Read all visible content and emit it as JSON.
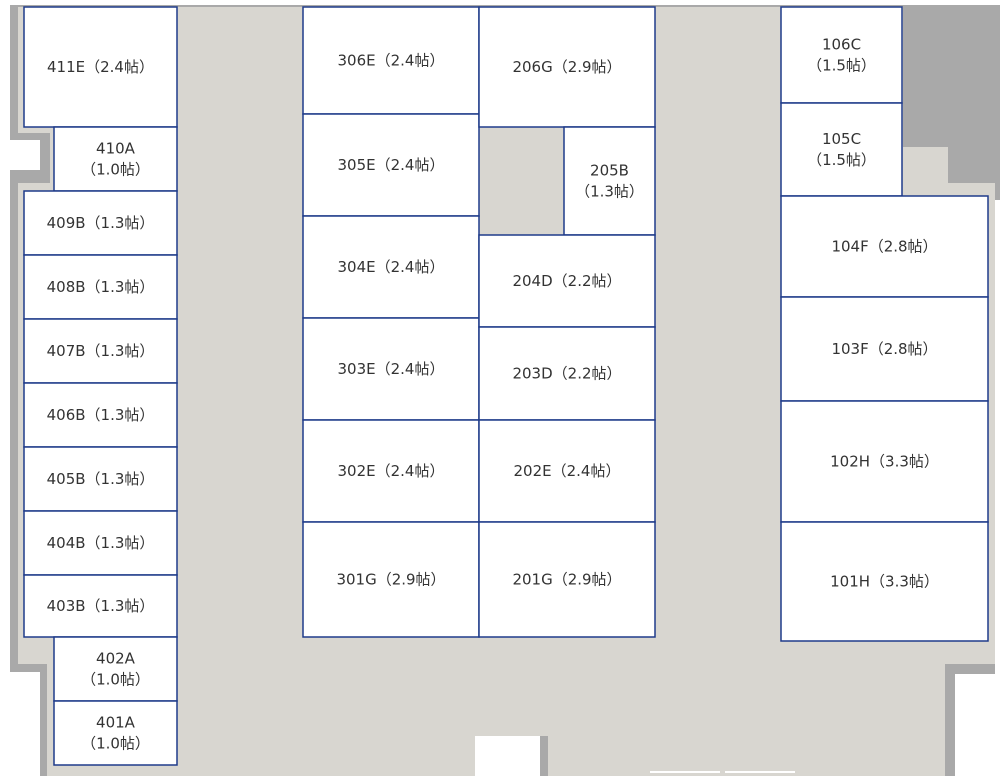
{
  "rooms": [
    {
      "id": "411E",
      "lines": [
        "411E（2.4帖）"
      ]
    },
    {
      "id": "410A",
      "lines": [
        "410A",
        "（1.0帖）"
      ]
    },
    {
      "id": "409B",
      "lines": [
        "409B（1.3帖）"
      ]
    },
    {
      "id": "408B",
      "lines": [
        "408B（1.3帖）"
      ]
    },
    {
      "id": "407B",
      "lines": [
        "407B（1.3帖）"
      ]
    },
    {
      "id": "406B",
      "lines": [
        "406B（1.3帖）"
      ]
    },
    {
      "id": "405B",
      "lines": [
        "405B（1.3帖）"
      ]
    },
    {
      "id": "404B",
      "lines": [
        "404B（1.3帖）"
      ]
    },
    {
      "id": "403B",
      "lines": [
        "403B（1.3帖）"
      ]
    },
    {
      "id": "402A",
      "lines": [
        "402A",
        "（1.0帖）"
      ]
    },
    {
      "id": "401A",
      "lines": [
        "401A",
        "（1.0帖）"
      ]
    },
    {
      "id": "306E",
      "lines": [
        "306E（2.4帖）"
      ]
    },
    {
      "id": "305E",
      "lines": [
        "305E（2.4帖）"
      ]
    },
    {
      "id": "304E",
      "lines": [
        "304E（2.4帖）"
      ]
    },
    {
      "id": "303E",
      "lines": [
        "303E（2.4帖）"
      ]
    },
    {
      "id": "302E",
      "lines": [
        "302E（2.4帖）"
      ]
    },
    {
      "id": "301G",
      "lines": [
        "301G（2.9帖）"
      ]
    },
    {
      "id": "206G",
      "lines": [
        "206G（2.9帖）"
      ]
    },
    {
      "id": "205B",
      "lines": [
        "205B",
        "（1.3帖）"
      ]
    },
    {
      "id": "204D",
      "lines": [
        "204D（2.2帖）"
      ]
    },
    {
      "id": "203D",
      "lines": [
        "203D（2.2帖）"
      ]
    },
    {
      "id": "202E",
      "lines": [
        "202E（2.4帖）"
      ]
    },
    {
      "id": "201G",
      "lines": [
        "201G（2.9帖）"
      ]
    },
    {
      "id": "106C",
      "lines": [
        "106C",
        "（1.5帖）"
      ]
    },
    {
      "id": "105C",
      "lines": [
        "105C",
        "（1.5帖）"
      ]
    },
    {
      "id": "104F",
      "lines": [
        "104F（2.8帖）"
      ]
    },
    {
      "id": "103F",
      "lines": [
        "103F（2.8帖）"
      ]
    },
    {
      "id": "102H",
      "lines": [
        "102H（3.3帖）"
      ]
    },
    {
      "id": "101H",
      "lines": [
        "101H（3.3帖）"
      ]
    }
  ],
  "colors": {
    "outer_wall": "#a9a9a9",
    "floor": "#d8d6d0",
    "room_fill": "#ffffff",
    "room_border": "#1f3b8a",
    "label_text": "#333333"
  }
}
